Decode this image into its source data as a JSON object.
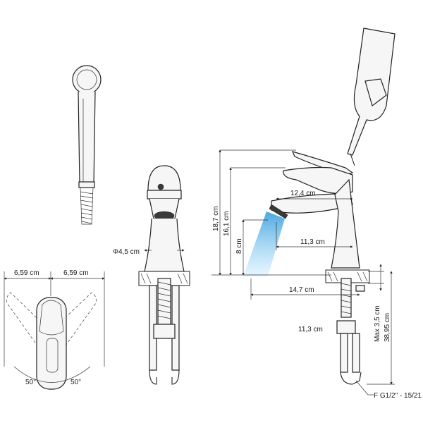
{
  "top_view": {
    "width_left": "6,59 cm",
    "width_right": "6,59 cm",
    "angle_left": "50°",
    "angle_right": "50°"
  },
  "front_view": {
    "diameter": "Φ4,5 cm"
  },
  "side_view": {
    "total_height": "18,7 cm",
    "spout_height": "16,1 cm",
    "aerator_height": "8 cm",
    "handle_reach": "12,4 cm",
    "spout_reach": "11,3 cm",
    "base_reach": "14,7 cm",
    "hose_length": "11,3 cm",
    "max_thickness": "Max 3,5 cm",
    "thread_length": "38,95 cm",
    "connection": "F G1/2\" - 15/21"
  },
  "colors": {
    "line": "#222222",
    "water_stream_top": "#4aa8e0",
    "water_stream_bottom": "#d6f0ff"
  }
}
